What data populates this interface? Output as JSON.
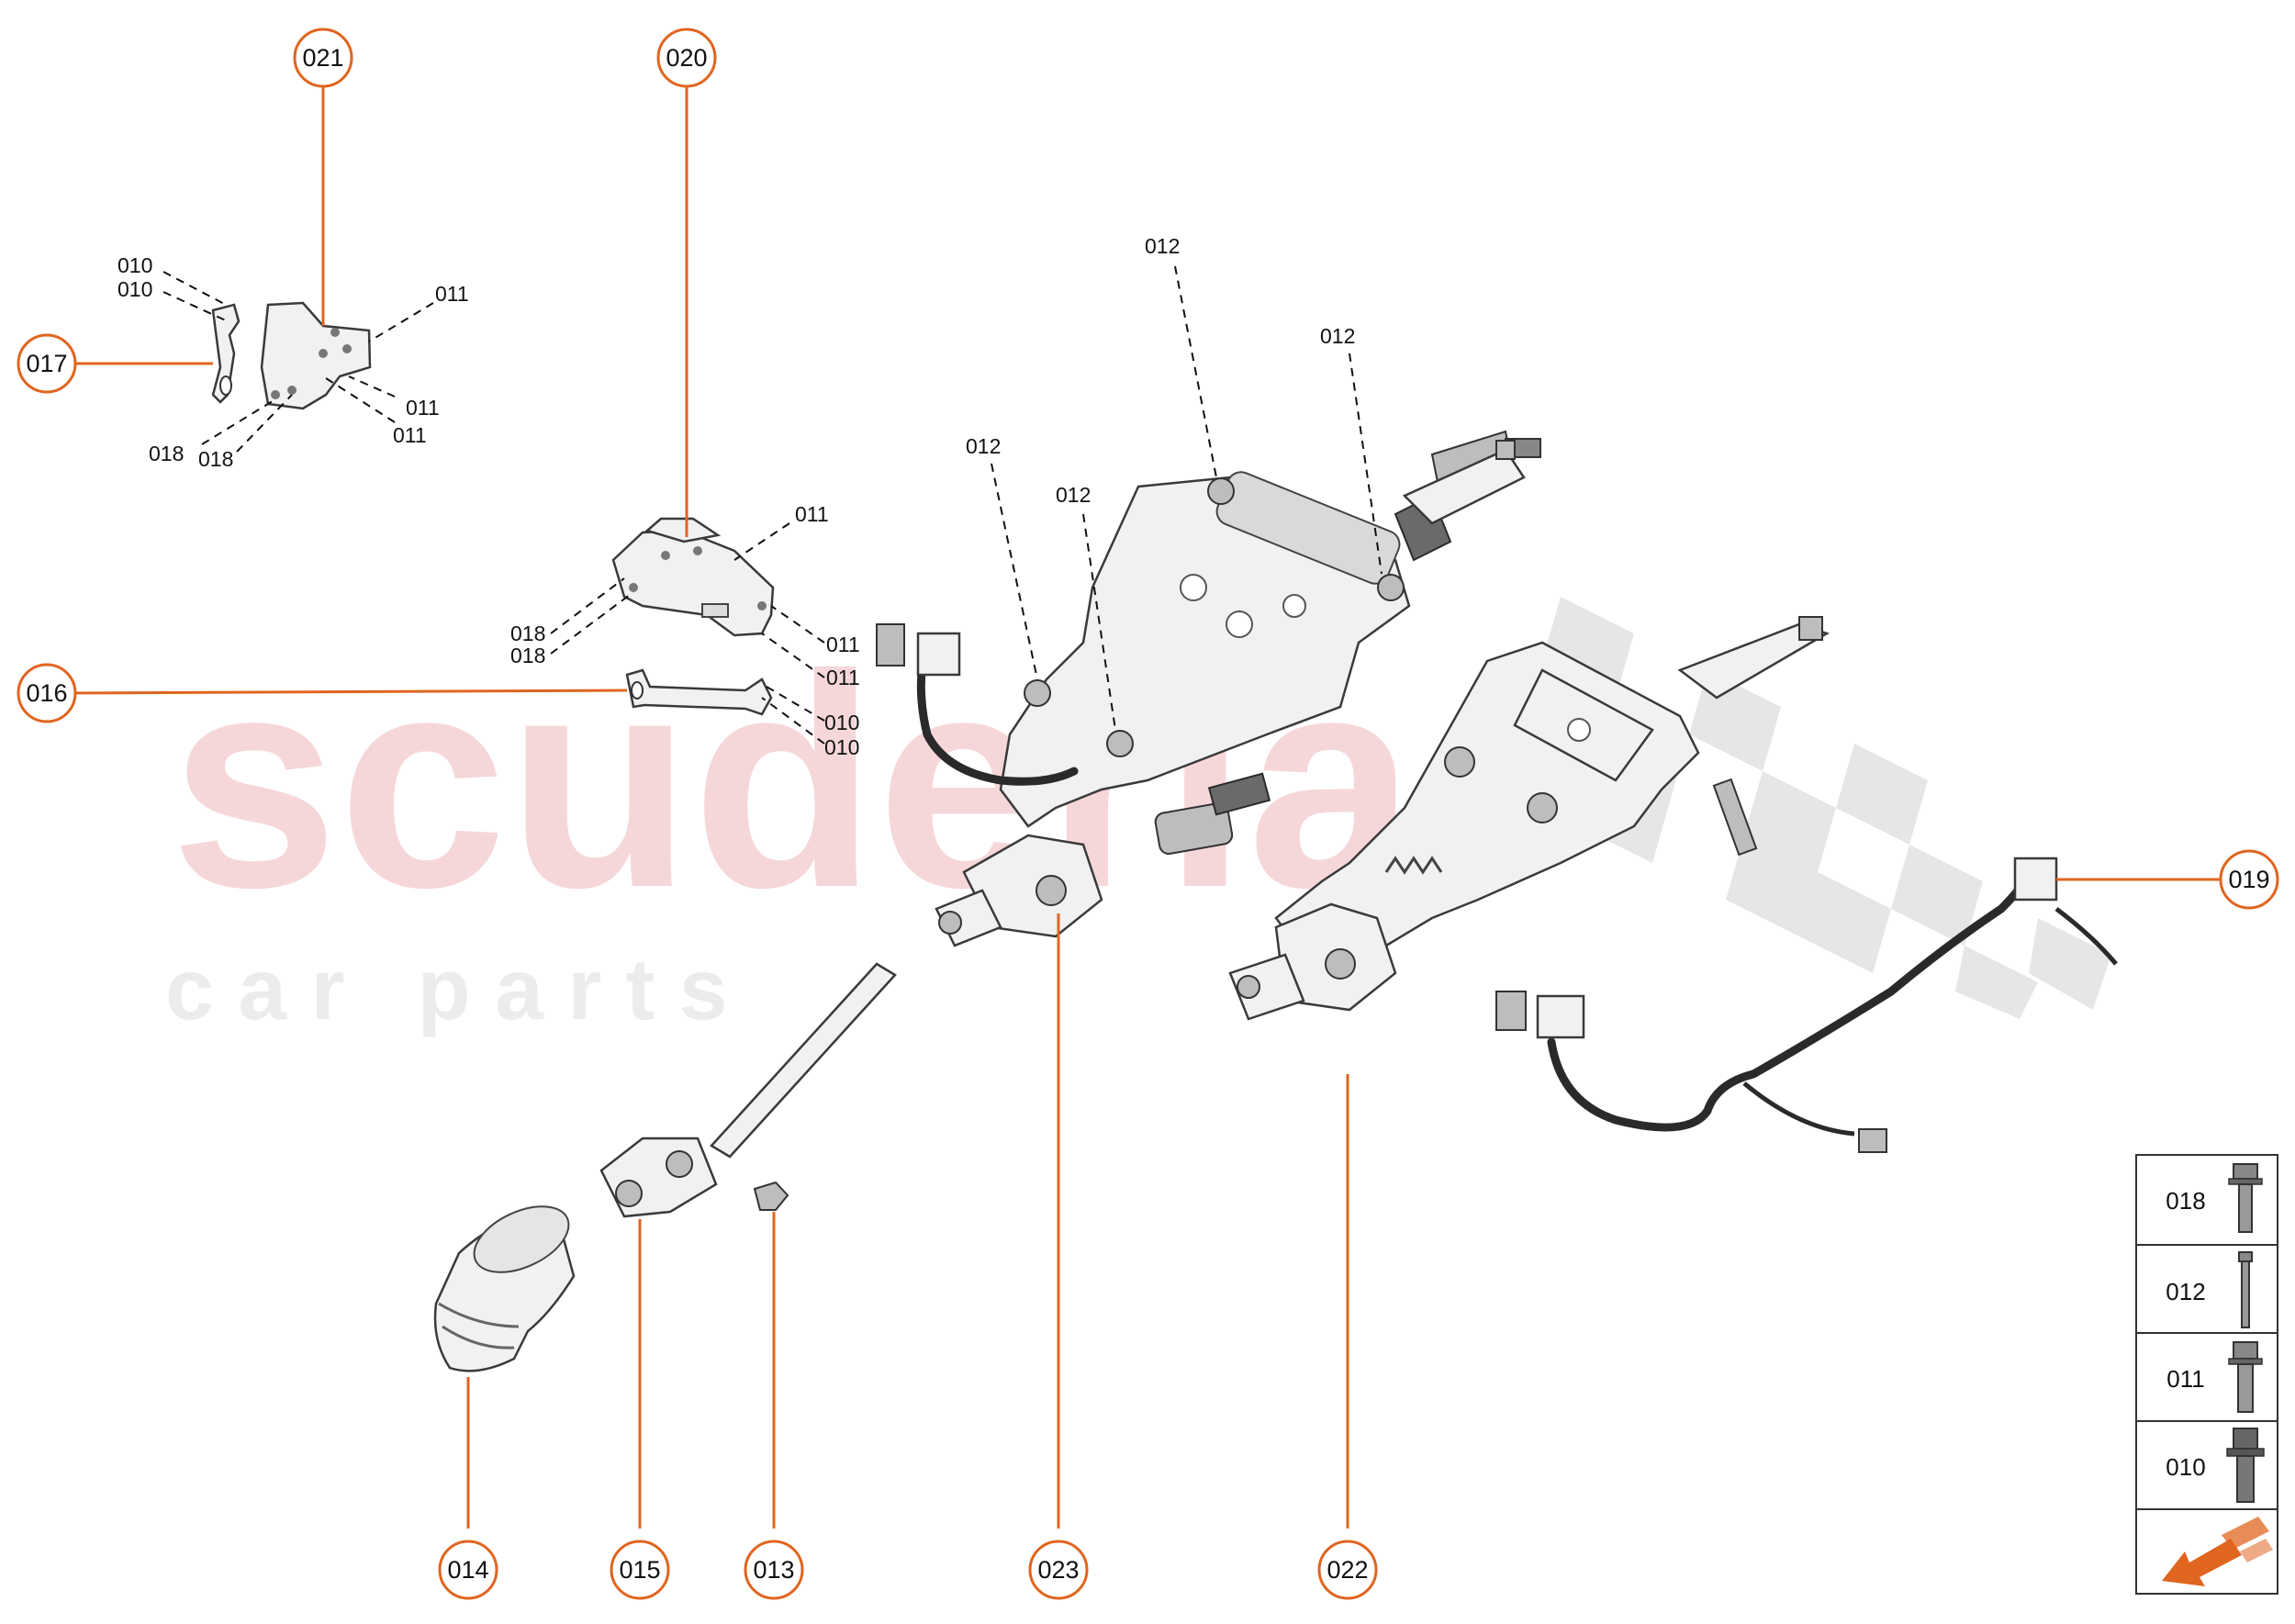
{
  "watermark": {
    "main": "scuderia",
    "sub": "c a r   p a r t s"
  },
  "callouts": {
    "c021": "021",
    "c020": "020",
    "c017": "017",
    "c016": "016",
    "c019": "019",
    "c014": "014",
    "c015": "015",
    "c013": "013",
    "c023": "023",
    "c022": "022"
  },
  "labels": {
    "l010a": "010",
    "l010b": "010",
    "l011a": "011",
    "l011b": "011",
    "l011c": "011",
    "l018a": "018",
    "l018b": "018",
    "l011d": "011",
    "l018c": "018",
    "l018d": "018",
    "l011e": "011",
    "l011f": "011",
    "l010c": "010",
    "l010d": "010",
    "l012a": "012",
    "l012b": "012",
    "l012c": "012",
    "l012d": "012"
  },
  "legend": {
    "items": [
      {
        "code": "018",
        "icon": "hex-flange-bolt-icon"
      },
      {
        "code": "012",
        "icon": "long-bolt-icon"
      },
      {
        "code": "011",
        "icon": "hex-flange-bolt-icon"
      },
      {
        "code": "010",
        "icon": "flange-bolt-icon"
      }
    ],
    "arrow_icon": "direction-arrow-icon"
  },
  "colors": {
    "accent": "#e0651f",
    "watermark_red": "#f6d7d9",
    "watermark_gray": "#ececec"
  }
}
